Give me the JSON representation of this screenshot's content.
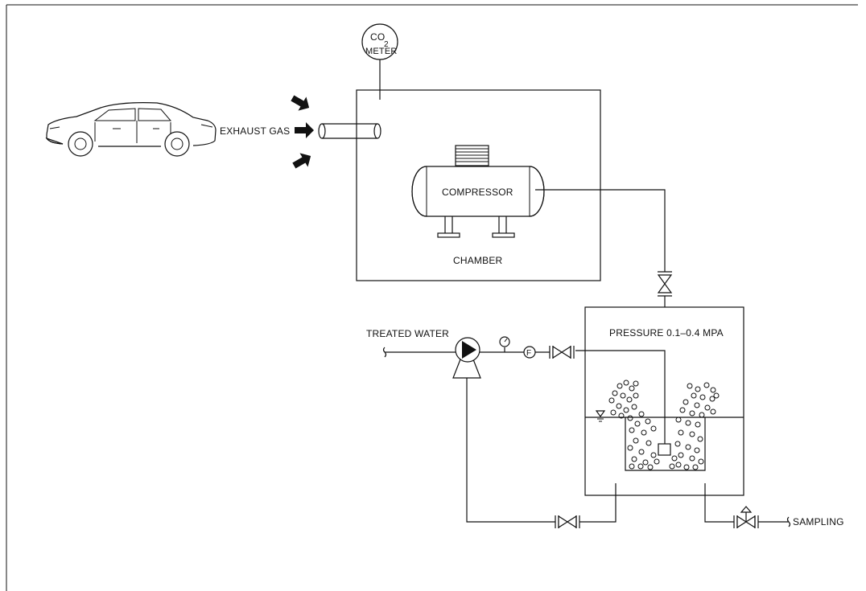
{
  "labels": {
    "exhaust_gas": "EXHAUST GAS",
    "co2_meter_top": "CO",
    "co2_meter_sub": "2",
    "co2_meter_bottom": "METER",
    "compressor": "COMPRESSOR",
    "chamber": "CHAMBER",
    "treated_water": "TREATED WATER",
    "pressure": "PRESSURE 0.1–0.4 MPA",
    "flow_meter": "F",
    "sampling": "SAMPLING"
  }
}
